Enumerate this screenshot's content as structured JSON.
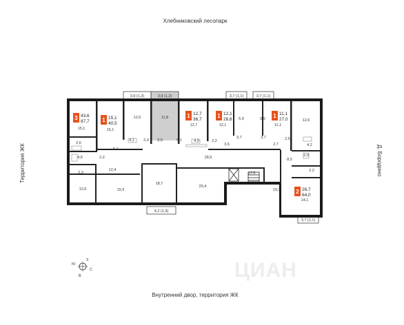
{
  "edges": {
    "top": "Хлебниковский лесопарк",
    "bottom": "Внутренний двор, территория ЖК",
    "left": "Территория ЖК",
    "right": "Д. Бородино"
  },
  "compass": {
    "n": "З",
    "w": "Ю",
    "e": "С",
    "s": "В"
  },
  "watermark": "ЦИАН",
  "colors": {
    "accent": "#e8521d",
    "highlight": "#cfcfcf",
    "wall": "#1a1a1a"
  },
  "apartments": [
    {
      "rooms": "3",
      "area_living": "43,6",
      "area_total": "87,7"
    },
    {
      "rooms": "1",
      "area_living": "15,1",
      "area_total": "40,5"
    },
    {
      "rooms": "1",
      "area_living": "12,7",
      "area_total": "38,7"
    },
    {
      "rooms": "1",
      "area_living": "12,1",
      "area_total": "28,6"
    },
    {
      "rooms": "1",
      "area_living": "11,1",
      "area_total": "27,0"
    },
    {
      "rooms": "2",
      "area_living": "26,7",
      "area_total": "64,0"
    }
  ],
  "balconies": [
    "3,9 (1,2)",
    "3,9 (1,2)",
    "3,7 (1,1)",
    "3,7 (1,1)",
    "4,2 (1,3)",
    "3,7 (1,1)"
  ],
  "room_areas": [
    "15,1",
    "2,6",
    "4,6",
    "2,2",
    "2,3",
    "12,6",
    "12,4",
    "15,1",
    "5,1",
    "15,9",
    "12,5",
    "4,1",
    "2,3",
    "18,7",
    "11,8",
    "3,0",
    "5,1",
    "4,9",
    "12,7",
    "2,2",
    "28,9",
    "25,4",
    "12,1",
    "3,7",
    "3,6",
    "5,9",
    "17,5",
    "5,9",
    "3,7",
    "11,1",
    "2,7",
    "2,5",
    "19,3",
    "8,5",
    "12,6",
    "4,2",
    "2,0",
    "2,2",
    "14,1"
  ]
}
